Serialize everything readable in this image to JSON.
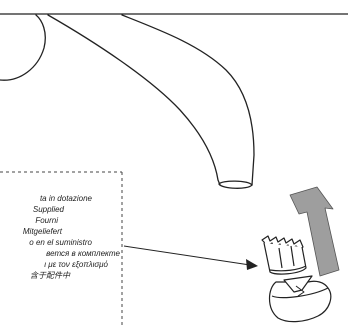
{
  "callout": {
    "lines": [
      "ta in dotazione",
      "Supplied",
      "Fourni",
      "Mitgeliefert",
      "o en el suministro",
      "вется в комплекте",
      "ι με τον εξοπλισμό",
      "含于配件中"
    ]
  },
  "icons": {
    "spout": "spout-icon",
    "aerator": "aerator-icon",
    "key": "aerator-key-icon",
    "direction_arrow": "up-arrow-icon",
    "pointer": "pointer-arrow-icon"
  },
  "colors": {
    "line": "#222222",
    "arrow_fill": "#9e9e9e",
    "dashed_border": "#444444"
  }
}
